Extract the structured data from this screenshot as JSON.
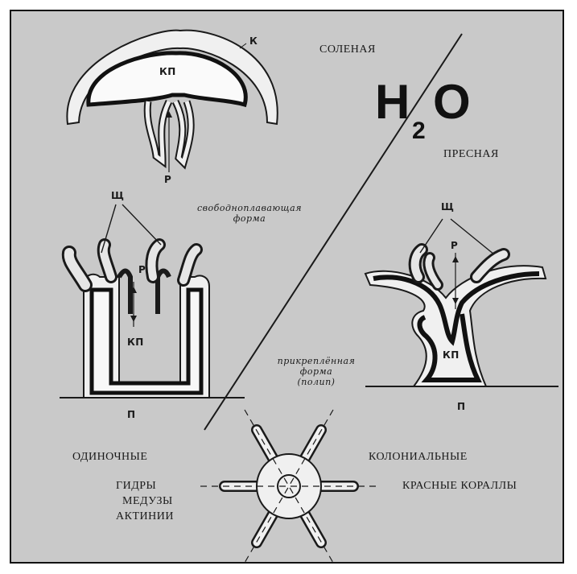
{
  "water": {
    "formula_h": "H",
    "formula_sub": "2",
    "formula_o": "O",
    "salt": "СОЛЕНАЯ",
    "fresh": "ПРЕСНАЯ"
  },
  "markers": {
    "k": "К",
    "kp": "КП",
    "r": "Р",
    "sch": "Щ",
    "p": "П"
  },
  "forms": {
    "free_line1": "свободноплавающая",
    "free_line2": "форма",
    "attached_line1": "прикреплённая",
    "attached_line2": "форма",
    "attached_line3": "(полип)"
  },
  "groups": {
    "solitary": "ОДИНОЧНЫЕ",
    "colonial": "КОЛОНИАЛЬНЫЕ",
    "solitary_examples": [
      "ГИДРЫ",
      "МЕДУЗЫ",
      "АКТИНИИ"
    ],
    "colonial_examples": "КРАСНЫЕ КОРАЛЛЫ"
  },
  "colors": {
    "background": "#c9c9c9",
    "ink": "#1a1a1a",
    "body_wall": "#f0f0f0"
  }
}
